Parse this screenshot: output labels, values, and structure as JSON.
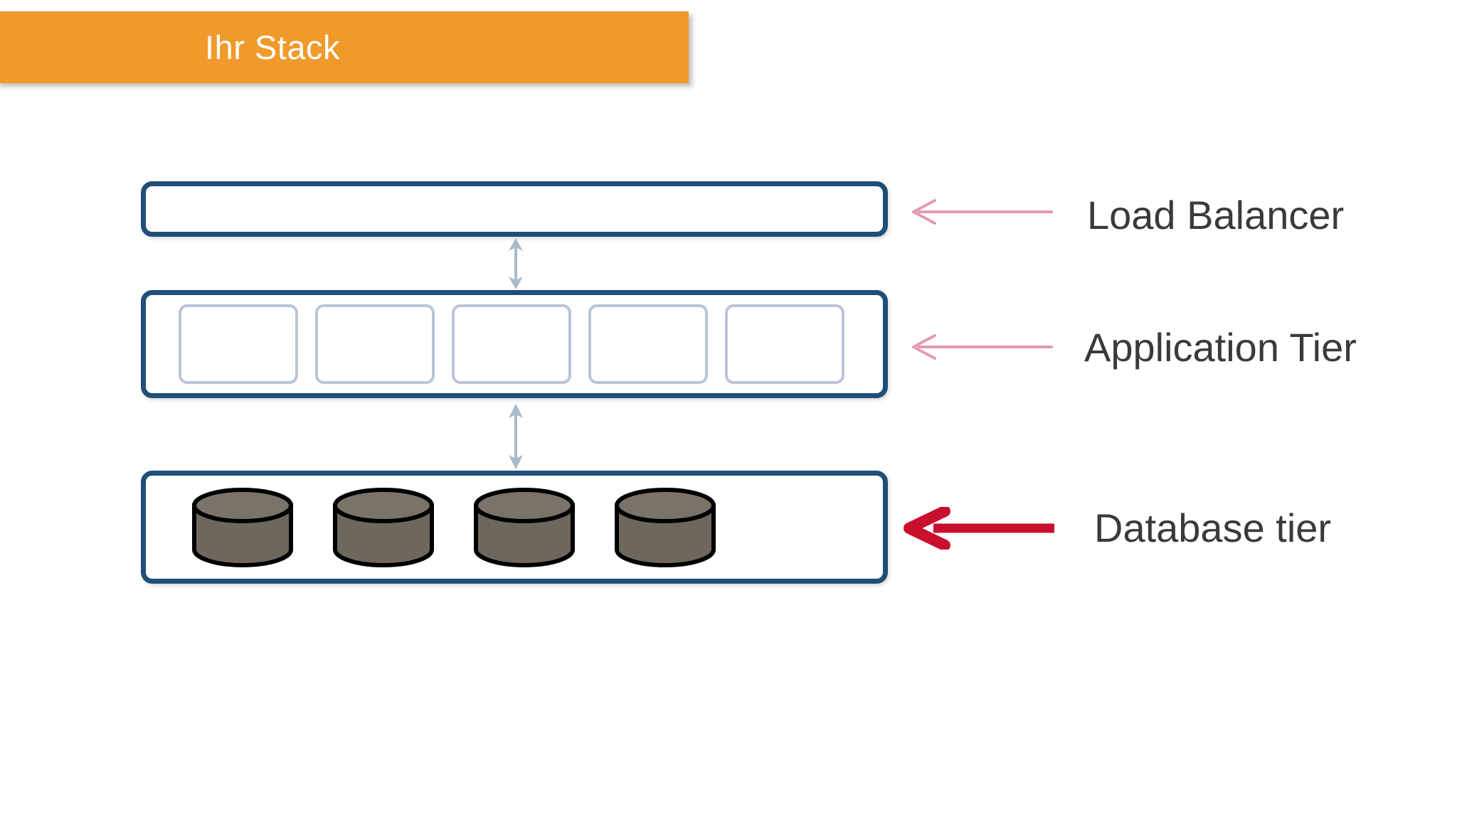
{
  "slide": {
    "title": "Ihr Stack",
    "background_color": "#FFFFFF"
  },
  "colors": {
    "title_banner": "#F09A2B",
    "title_text": "#FFFFFF",
    "tier_border": "#1F4E79",
    "app_node_border": "#B8C6D6",
    "cylinder_fill": "#6E675E",
    "cylinder_outline": "#000000",
    "callout_arrow_pink": "#E59AB0",
    "callout_arrow_red": "#C8102E",
    "vertical_arrow": "#A9BAC9",
    "label_text": "#3A3A3C"
  },
  "diagram": {
    "tiers": [
      {
        "id": "load-balancer",
        "label": "Load Balancer",
        "arrow_style": "thin-pink",
        "node_count": 0
      },
      {
        "id": "application-tier",
        "label": "Application Tier",
        "arrow_style": "thin-pink",
        "node_count": 5
      },
      {
        "id": "database-tier",
        "label": "Database tier",
        "arrow_style": "thick-red",
        "node_count": 4
      }
    ],
    "connectors": [
      {
        "id": "lb-to-app",
        "type": "double-headed-vertical-arrow"
      },
      {
        "id": "app-to-db",
        "type": "double-headed-vertical-arrow"
      }
    ]
  },
  "icons": {
    "database_cylinder": "database-cylinder-icon",
    "double_arrow": "double-arrow-vertical-icon",
    "callout_arrow": "arrow-left-icon"
  }
}
